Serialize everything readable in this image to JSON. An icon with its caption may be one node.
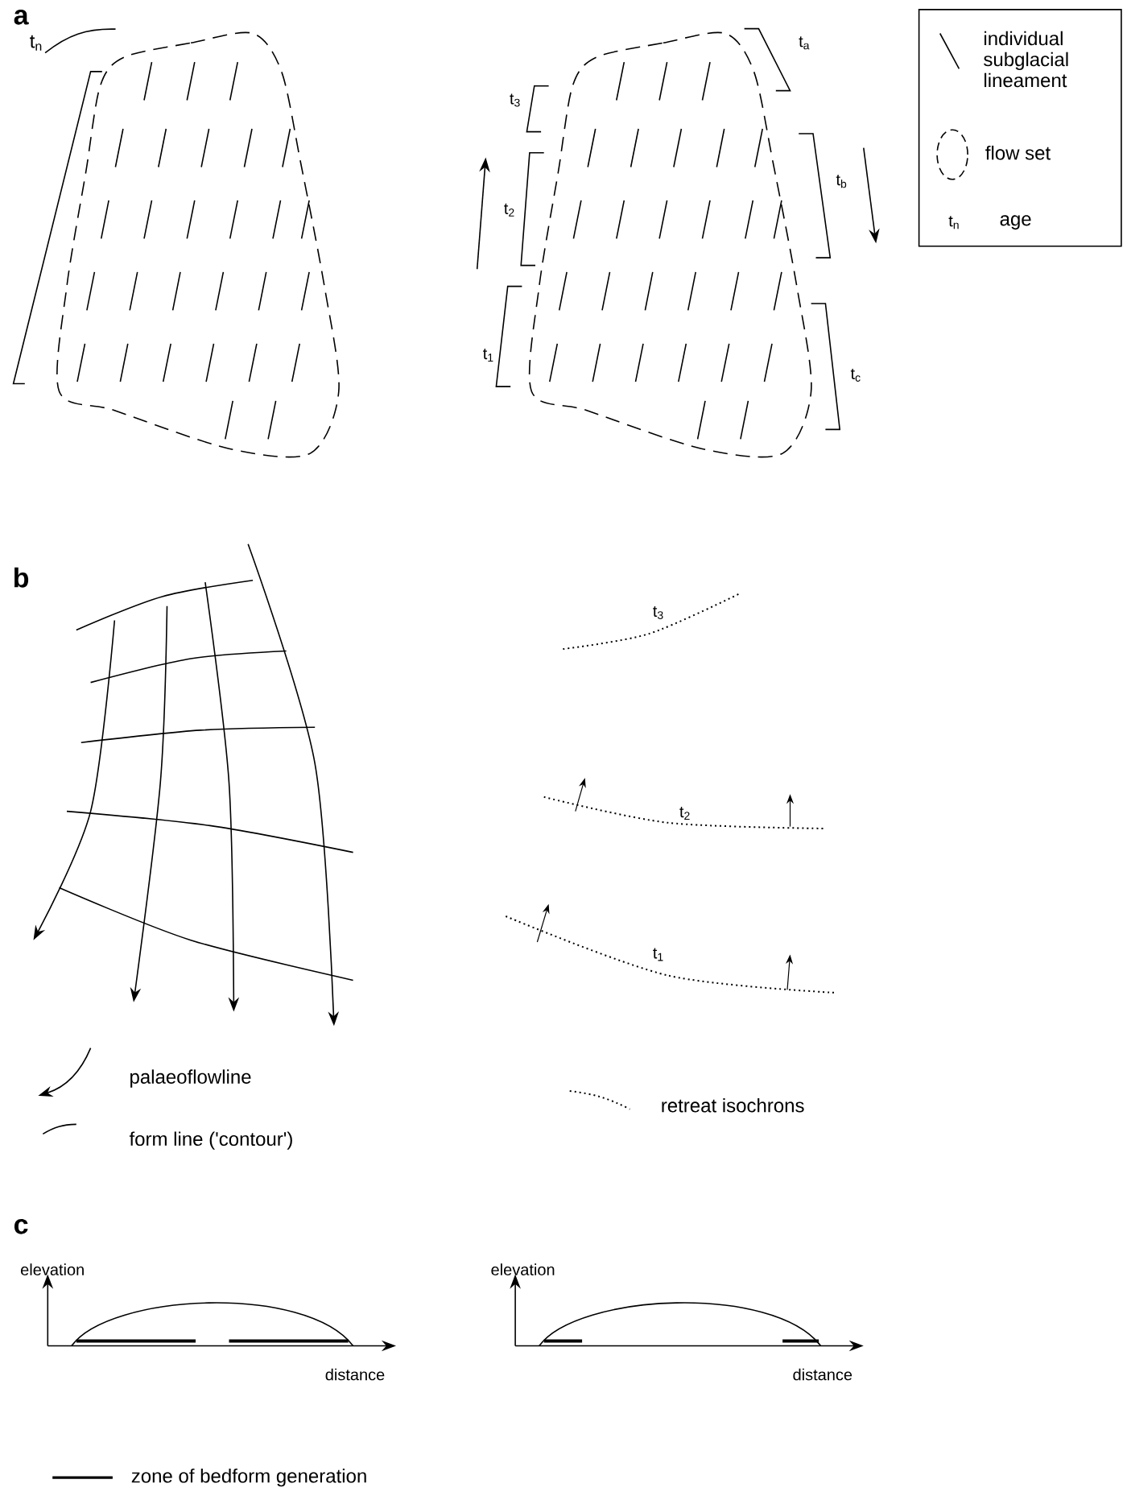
{
  "diagram": {
    "nodes": [
      {
        "text": [
          "t$_{n}$"
        ]
      },
      {
        "text": [],
        "shape": "bracket"
      }
    ],
    "edges": [
      {
        "from": 0,
        "to": 1,
        "arrow": "none"
      }
    ],
    "labels": [
      "a",
      "t$_{a}$",
      "t$_{3}$",
      "t$_{2}$",
      "t$_{b}$",
      "t$_{1}$",
      "t$_{c}$",
      "t$_{n}$",
      "b",
      "t$_{3}$",
      "t$_{2}$",
      "t$_{1}$",
      "c",
      "elevation",
      "distance",
      "elevation",
      "distance"
    ],
    "legend": [
      {
        "text": "individual subglacial lineament"
      },
      {
        "text": "flow set"
      },
      {
        "text": "age"
      },
      {
        "text": "palaeoflowline"
      },
      {
        "text": "form line ('contour')"
      },
      {
        "text": "retreat isochrons"
      },
      {
        "text": "zone of bedform generation"
      }
    ]
  }
}
